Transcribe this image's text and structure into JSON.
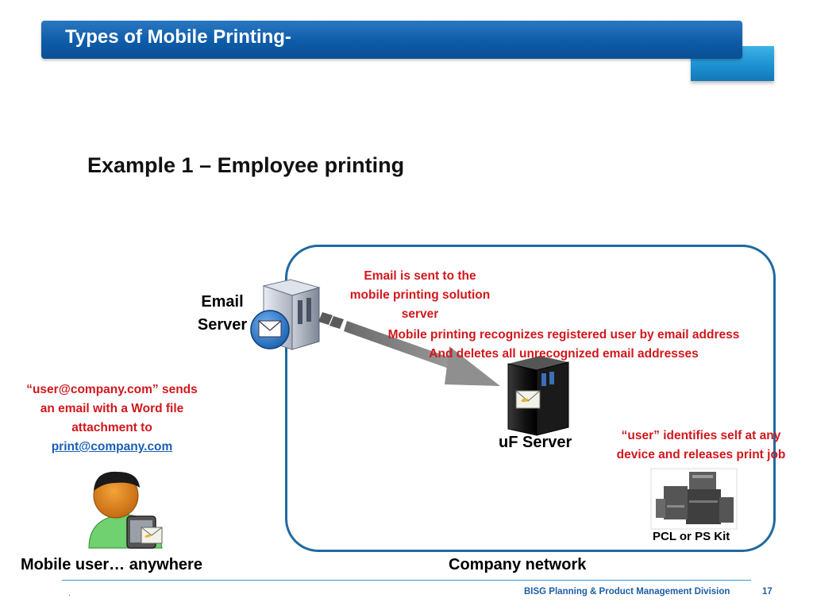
{
  "title": "Types of Mobile Printing-",
  "example_heading": "Example 1 – Employee printing",
  "email_server_label_line1": "Email",
  "email_server_label_line2": "Server",
  "email_sent_note": [
    "Email is sent to the",
    "mobile printing solution",
    "server"
  ],
  "recognize_note": [
    "Mobile printing recognizes registered user by email address",
    "And deletes all unrecognized email addresses"
  ],
  "user_sends_note": [
    "“user@company.com” sends",
    "an email with a Word file",
    "attachment to"
  ],
  "print_email_link": "print@company.com",
  "uf_server_label": "uF Server",
  "user_identifies_note": [
    "“user” identifies self at any",
    "device and releases print job"
  ],
  "pcl_label": "PCL or PS Kit",
  "mobile_user_label": "Mobile user… anywhere",
  "company_network_label": "Company network",
  "footer_text": "BISG Planning & Product Management Division",
  "page_number": "17",
  "footer_dot": ".",
  "colors": {
    "accent": "#0e5ca8",
    "note_red": "#d2171c",
    "network_border": "#1f6aa0"
  },
  "icons": [
    "email-server-icon",
    "uf-server-icon",
    "printer-icon",
    "mobile-user-icon",
    "flow-arrow-icon"
  ]
}
